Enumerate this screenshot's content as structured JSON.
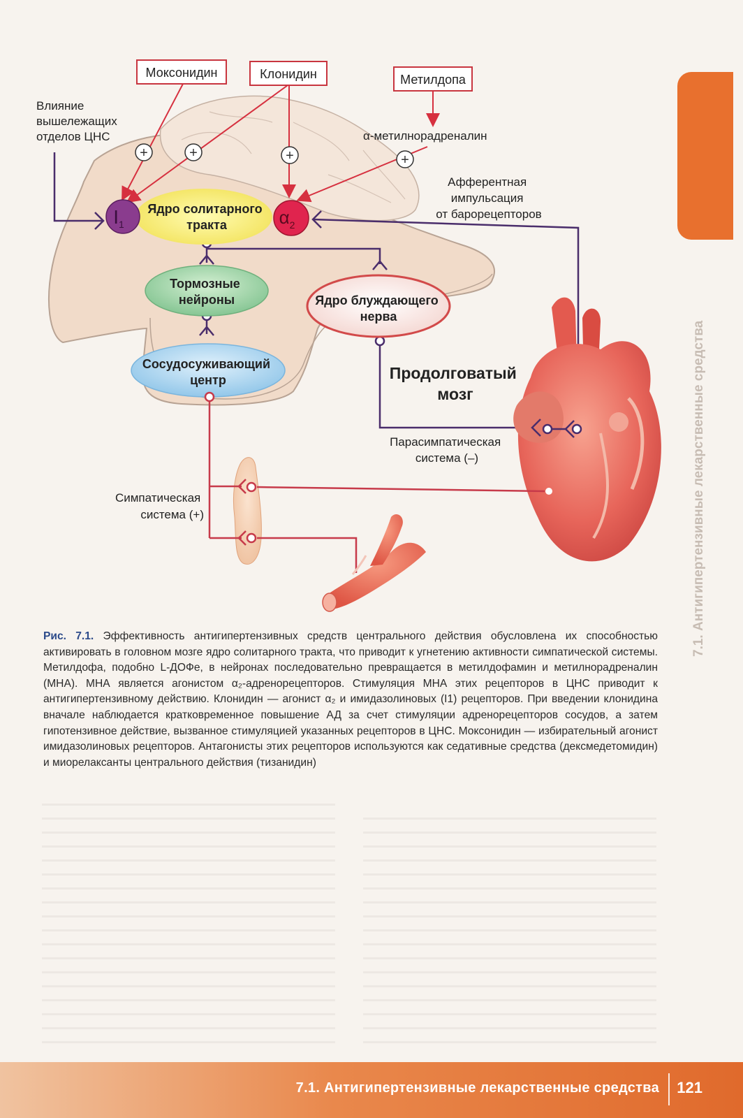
{
  "drugs": {
    "moxonidine": "Моксонидин",
    "clonidine": "Клонидин",
    "methyldopa": "Метилдопа"
  },
  "labels": {
    "cns_influence": [
      "Влияние",
      "вышележащих",
      "отделов ЦНС"
    ],
    "metabolite": "α-метилнорадреналин",
    "afferent": [
      "Афферентная",
      "импульсация",
      "от барорецепторов"
    ],
    "medulla": [
      "Продолговатый",
      "мозг"
    ],
    "parasympathetic": [
      "Парасимпатическая",
      "система (–)"
    ],
    "sympathetic": [
      "Симпатическая",
      "система (+)"
    ],
    "plus": "+"
  },
  "receptors": {
    "i1": "I",
    "i1_sub": "1",
    "alpha2": "α",
    "alpha2_sub": "2"
  },
  "nodes": {
    "solitary": [
      "Ядро солитарного",
      "тракта"
    ],
    "inhibitory": [
      "Тормозные",
      "нейроны"
    ],
    "vagus": [
      "Ядро блуждающего",
      "нерва"
    ],
    "vasomotor": [
      "Сосудосуживающий",
      "центр"
    ]
  },
  "caption": {
    "lead": "Рис. 7.1.",
    "text": " Эффективность антигипертензивных средств центрального действия обусловлена их способностью активировать в головном мозге ядро солитарного тракта, что приводит к угнетению активности симпатической системы. Метилдофа, подобно L-ДОФе, в нейронах последовательно превращается в метилдофамин и метилнорадреналин (МНА). МНА является агонистом α₂-адренорецепторов. Стимуляция МНА этих рецепторов в ЦНС приводит к антигипертензивному действию. Клонидин — агонист α₂ и имидазолиновых (I1) рецепторов. При введении клонидина вначале наблюдается кратковременное повышение АД за счет стимуляции адренорецепторов сосудов, а затем гипотензивное действие, вызванное стимуляцией указанных рецепторов в ЦНС. Моксонидин — избирательный агонист имидазолиновых рецепторов. Антагонисты этих рецепторов используются как седативные средства (дексмедетомидин) и миорелаксанты центрального действия (тизанидин)"
  },
  "side_tab_text": "7.1. Антигипертензивные лекарственные средства",
  "footer": {
    "title": "7.1. Антигипертензивные лекарственные средства",
    "page": "121"
  },
  "colors": {
    "drug_red": "#c8353f",
    "nerve": "#4a2d6b",
    "orange": "#e06a2c"
  }
}
